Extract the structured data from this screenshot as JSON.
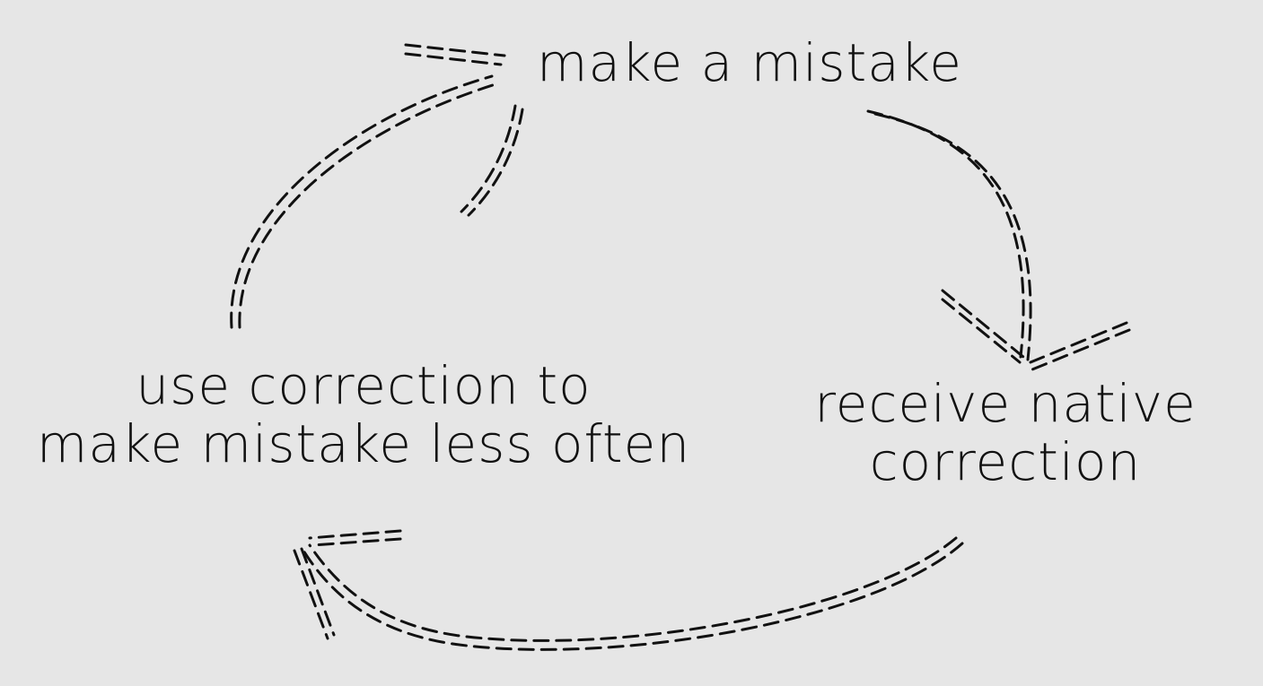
{
  "diagram": {
    "type": "cycle",
    "nodes": [
      {
        "id": "make-mistake",
        "lines": [
          "make a mistake"
        ]
      },
      {
        "id": "receive-correction",
        "lines": [
          "receive native",
          "correction"
        ]
      },
      {
        "id": "use-correction",
        "lines": [
          "use correction to",
          "make mistake less often"
        ]
      }
    ],
    "edges": [
      {
        "from": "make-mistake",
        "to": "receive-correction"
      },
      {
        "from": "receive-correction",
        "to": "use-correction"
      },
      {
        "from": "use-correction",
        "to": "make-mistake"
      }
    ]
  }
}
